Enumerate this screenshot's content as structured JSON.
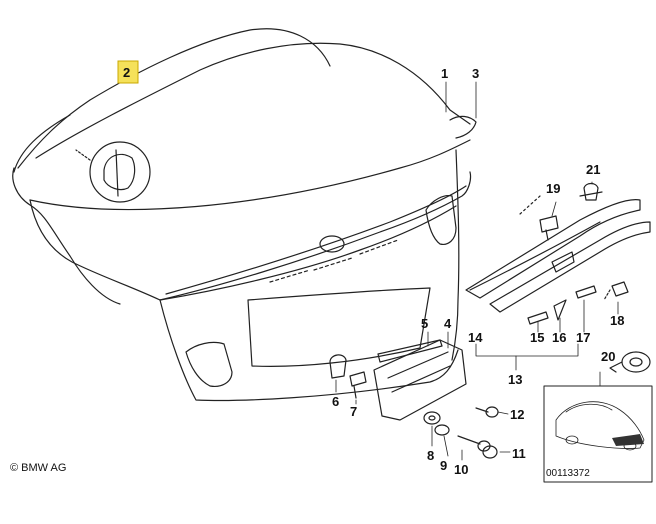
{
  "copyright": "© BMW AG",
  "image_id": "00113372",
  "highlight_color": "#f5e15a",
  "part_labels": [
    "1",
    "2",
    "3",
    "4",
    "5",
    "6",
    "7",
    "8",
    "9",
    "10",
    "11",
    "12",
    "13",
    "14",
    "15",
    "16",
    "17",
    "18",
    "19",
    "20",
    "21"
  ],
  "highlighted_part": "2"
}
